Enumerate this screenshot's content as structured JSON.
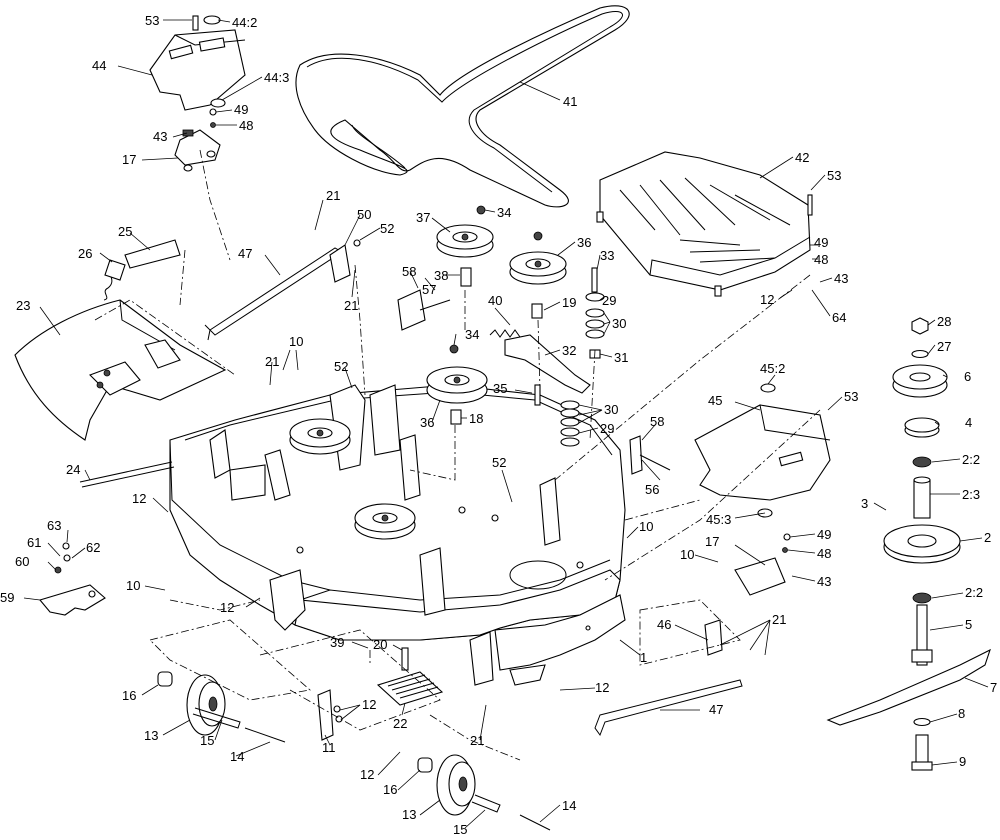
{
  "diagram": {
    "callouts": [
      {
        "id": "c53a",
        "text": "53"
      },
      {
        "id": "c44-2",
        "text": "44:2"
      },
      {
        "id": "c44",
        "text": "44"
      },
      {
        "id": "c44-3",
        "text": "44:3"
      },
      {
        "id": "c49a",
        "text": "49"
      },
      {
        "id": "c43a",
        "text": "43"
      },
      {
        "id": "c48a",
        "text": "48"
      },
      {
        "id": "c17a",
        "text": "17"
      },
      {
        "id": "c41",
        "text": "41"
      },
      {
        "id": "c42",
        "text": "42"
      },
      {
        "id": "c53b",
        "text": "53"
      },
      {
        "id": "c21a",
        "text": "21"
      },
      {
        "id": "c50",
        "text": "50"
      },
      {
        "id": "c52a",
        "text": "52"
      },
      {
        "id": "c37",
        "text": "37"
      },
      {
        "id": "c34a",
        "text": "34"
      },
      {
        "id": "c36a",
        "text": "36"
      },
      {
        "id": "c25",
        "text": "25"
      },
      {
        "id": "c47a",
        "text": "47"
      },
      {
        "id": "c26",
        "text": "26"
      },
      {
        "id": "c21b",
        "text": "21"
      },
      {
        "id": "c58a",
        "text": "58"
      },
      {
        "id": "c57",
        "text": "57"
      },
      {
        "id": "c38",
        "text": "38"
      },
      {
        "id": "c33",
        "text": "33"
      },
      {
        "id": "c49b",
        "text": "49"
      },
      {
        "id": "c48b",
        "text": "48"
      },
      {
        "id": "c43b",
        "text": "43"
      },
      {
        "id": "c12a",
        "text": "12"
      },
      {
        "id": "c29a",
        "text": "29"
      },
      {
        "id": "c64",
        "text": "64"
      },
      {
        "id": "c40",
        "text": "40"
      },
      {
        "id": "c19",
        "text": "19"
      },
      {
        "id": "c23",
        "text": "23"
      },
      {
        "id": "c30a",
        "text": "30"
      },
      {
        "id": "c28",
        "text": "28"
      },
      {
        "id": "c10a",
        "text": "10"
      },
      {
        "id": "c34b",
        "text": "34"
      },
      {
        "id": "c32",
        "text": "32"
      },
      {
        "id": "c31",
        "text": "31"
      },
      {
        "id": "c27",
        "text": "27"
      },
      {
        "id": "c21c",
        "text": "21"
      },
      {
        "id": "c52b",
        "text": "52"
      },
      {
        "id": "c45-2",
        "text": "45:2"
      },
      {
        "id": "c6",
        "text": "6"
      },
      {
        "id": "c35",
        "text": "35"
      },
      {
        "id": "c53c",
        "text": "53"
      },
      {
        "id": "c45",
        "text": "45"
      },
      {
        "id": "c30b",
        "text": "30"
      },
      {
        "id": "c36b",
        "text": "36"
      },
      {
        "id": "c18",
        "text": "18"
      },
      {
        "id": "c4",
        "text": "4"
      },
      {
        "id": "c29b",
        "text": "29"
      },
      {
        "id": "c58b",
        "text": "58"
      },
      {
        "id": "c2-2a",
        "text": "2:2"
      },
      {
        "id": "c52c",
        "text": "52"
      },
      {
        "id": "c24",
        "text": "24"
      },
      {
        "id": "c56",
        "text": "56"
      },
      {
        "id": "c2-3",
        "text": "2:3"
      },
      {
        "id": "c12b",
        "text": "12"
      },
      {
        "id": "c3",
        "text": "3"
      },
      {
        "id": "c45-3",
        "text": "45:3"
      },
      {
        "id": "c63",
        "text": "63"
      },
      {
        "id": "c10b",
        "text": "10"
      },
      {
        "id": "c49c",
        "text": "49"
      },
      {
        "id": "c2",
        "text": "2"
      },
      {
        "id": "c61",
        "text": "61"
      },
      {
        "id": "c62",
        "text": "62"
      },
      {
        "id": "c17b",
        "text": "17"
      },
      {
        "id": "c48c",
        "text": "48"
      },
      {
        "id": "c60",
        "text": "60"
      },
      {
        "id": "c10c",
        "text": "10"
      },
      {
        "id": "c43c",
        "text": "43"
      },
      {
        "id": "c59",
        "text": "59"
      },
      {
        "id": "c2-2b",
        "text": "2:2"
      },
      {
        "id": "c10d",
        "text": "10"
      },
      {
        "id": "c12c",
        "text": "12"
      },
      {
        "id": "c21d",
        "text": "21"
      },
      {
        "id": "c5",
        "text": "5"
      },
      {
        "id": "c46",
        "text": "46"
      },
      {
        "id": "c39",
        "text": "39"
      },
      {
        "id": "c20",
        "text": "20"
      },
      {
        "id": "c1",
        "text": "1"
      },
      {
        "id": "c7",
        "text": "7"
      },
      {
        "id": "c16a",
        "text": "16"
      },
      {
        "id": "c12d",
        "text": "12"
      },
      {
        "id": "c12e",
        "text": "12"
      },
      {
        "id": "c22",
        "text": "22"
      },
      {
        "id": "c47b",
        "text": "47"
      },
      {
        "id": "c8",
        "text": "8"
      },
      {
        "id": "c13a",
        "text": "13"
      },
      {
        "id": "c15a",
        "text": "15"
      },
      {
        "id": "c11",
        "text": "11"
      },
      {
        "id": "c21e",
        "text": "21"
      },
      {
        "id": "c14a",
        "text": "14"
      },
      {
        "id": "c12f",
        "text": "12"
      },
      {
        "id": "c9",
        "text": "9"
      },
      {
        "id": "c16b",
        "text": "16"
      },
      {
        "id": "c14b",
        "text": "14"
      },
      {
        "id": "c13b",
        "text": "13"
      },
      {
        "id": "c15b",
        "text": "15"
      }
    ]
  }
}
